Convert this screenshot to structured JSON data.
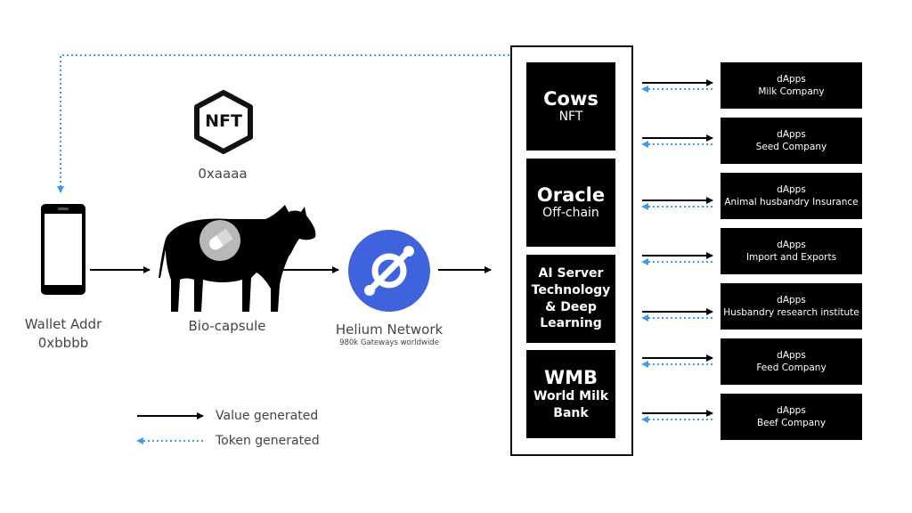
{
  "nft_badge": {
    "text": "NFT",
    "address": "0xaaaa"
  },
  "wallet": {
    "label": "Wallet Addr",
    "address": "0xbbbb"
  },
  "cow": {
    "label": "Bio-capsule"
  },
  "helium": {
    "label": "Helium Network",
    "sublabel": "980k Gateways worldwide"
  },
  "blocks": [
    {
      "title": "Cows",
      "subtitle": "NFT"
    },
    {
      "title": "Oracle",
      "subtitle": "Off-chain"
    },
    {
      "lines": [
        "AI Server",
        "Technology",
        "& Deep",
        "Learning"
      ]
    },
    {
      "title": "WMB",
      "subtitle_lines": [
        "World Milk",
        "Bank"
      ]
    }
  ],
  "dapps": [
    {
      "tag": "dApps",
      "name": "Milk Company"
    },
    {
      "tag": "dApps",
      "name": "Seed Company"
    },
    {
      "tag": "dApps",
      "name": "Animal husbandry Insurance"
    },
    {
      "tag": "dApps",
      "name": "Import and Exports"
    },
    {
      "tag": "dApps",
      "name": "Husbandry research institute"
    },
    {
      "tag": "dApps",
      "name": "Feed Company"
    },
    {
      "tag": "dApps",
      "name": "Beef Company"
    }
  ],
  "legend": {
    "value": "Value generated",
    "token": "Token generated"
  },
  "colors": {
    "token_arrow": "#3d9be9",
    "helium": "#3e63dd",
    "block": "#000000"
  }
}
